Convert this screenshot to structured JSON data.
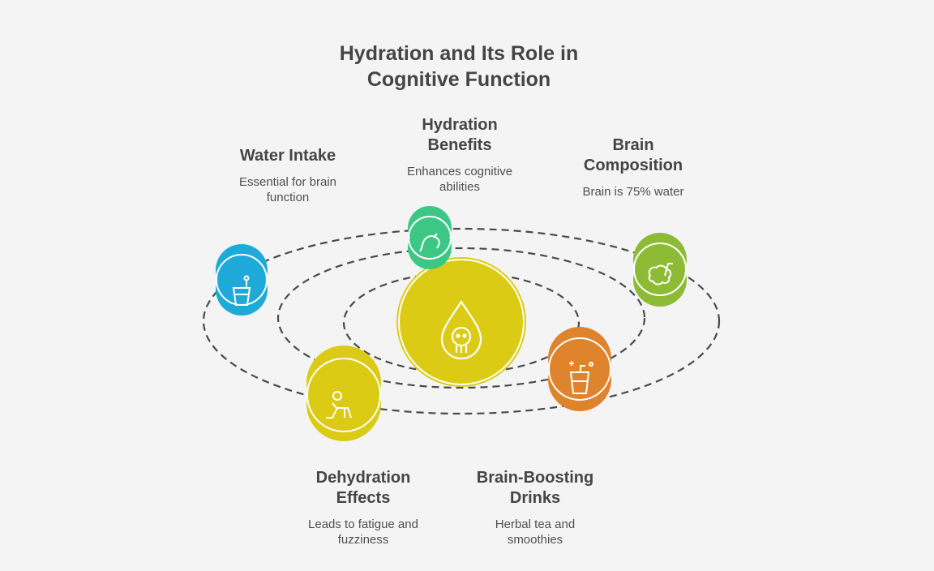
{
  "title": "Hydration and Its Role in Cognitive Function",
  "colors": {
    "blue": "#1eaad9",
    "green": "#3cc785",
    "lime": "#8dbb35",
    "yellow": "#dccb15",
    "orange": "#e0832d",
    "center": "#dccb15"
  },
  "center": {
    "icon": "water-drop-brain-icon"
  },
  "items": [
    {
      "title": "Water Intake",
      "desc": "Essential for brain function",
      "icon": "glass-of-water-icon"
    },
    {
      "title": "Hydration Benefits",
      "desc": "Enhances cognitive abilities",
      "icon": "head-brain-icon"
    },
    {
      "title": "Brain Composition",
      "desc": "Brain is 75% water",
      "icon": "brain-drink-icon"
    },
    {
      "title": "Dehydration Effects",
      "desc": "Leads to fatigue and fuzziness",
      "icon": "exhausted-person-icon"
    },
    {
      "title": "Brain-Boosting Drinks",
      "desc": "Herbal tea and smoothies",
      "icon": "smoothie-cup-icon"
    }
  ]
}
